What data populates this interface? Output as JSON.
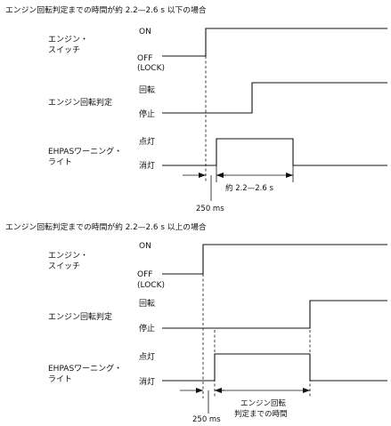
{
  "section_a": {
    "heading": "エンジン回転判定までの時間が約 2.2—2.6 s 以下の場合",
    "switch_label": [
      "エンジン・",
      "スイッチ"
    ],
    "switch_on": "ON",
    "switch_off": [
      "OFF",
      "(LOCK)"
    ],
    "judge_label": "エンジン回転判定",
    "judge_high": "回転",
    "judge_low": "停止",
    "lamp_label": [
      "EHPASワーニング・",
      "ライト"
    ],
    "lamp_on": "点灯",
    "lamp_off": "消灯",
    "duration_label": "約 2.2—2.6 s",
    "delay_label": "250 ms"
  },
  "section_b": {
    "heading": "エンジン回転判定までの時間が約 2.2—2.6 s 以上の場合",
    "switch_label": [
      "エンジン・",
      "スイッチ"
    ],
    "switch_on": "ON",
    "switch_off": [
      "OFF",
      "(LOCK)"
    ],
    "judge_label": "エンジン回転判定",
    "judge_high": "回転",
    "judge_low": "停止",
    "lamp_label": [
      "EHPASワーニング・",
      "ライト"
    ],
    "lamp_on": "点灯",
    "lamp_off": "消灯",
    "duration_label": [
      "エンジン回転",
      "判定までの時間"
    ],
    "delay_label": "250 ms"
  }
}
